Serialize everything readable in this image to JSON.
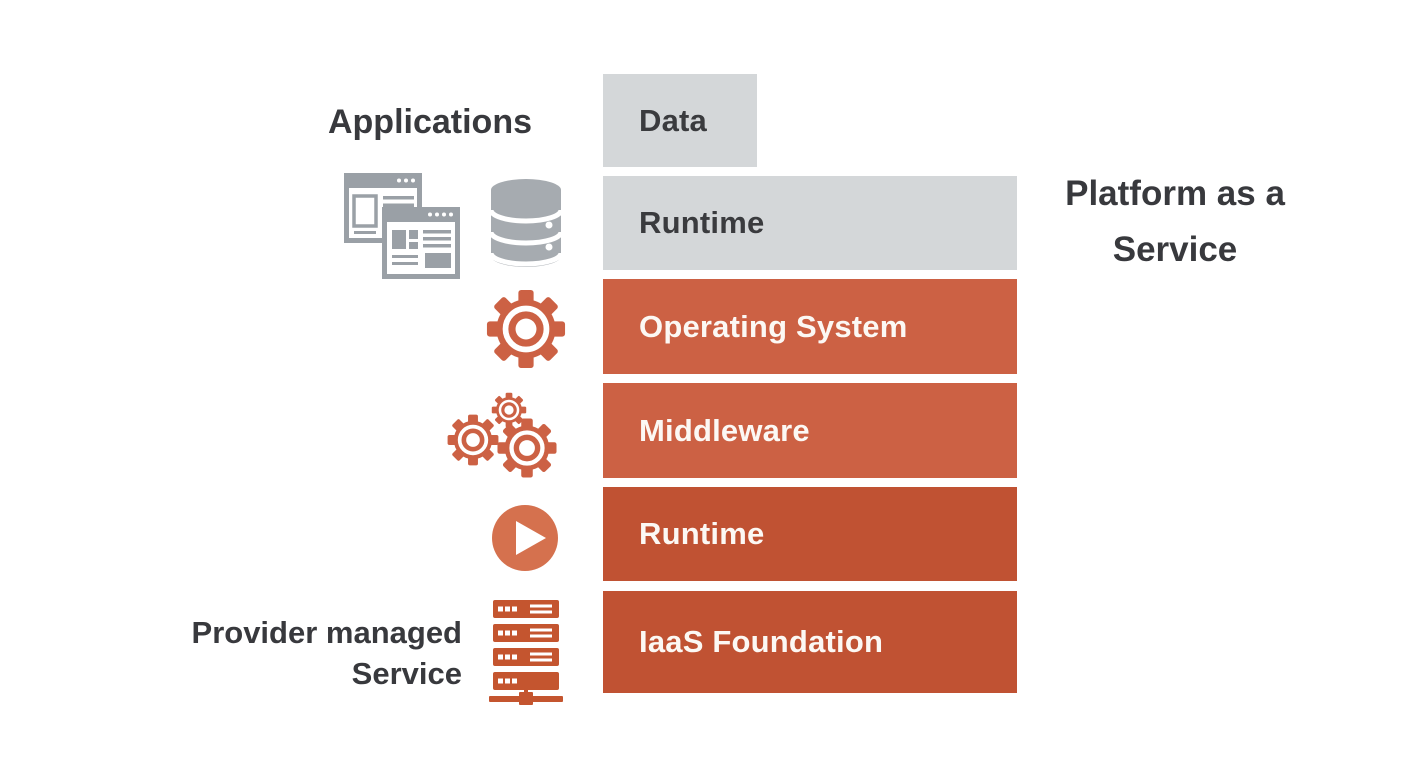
{
  "labels": {
    "applications": "Applications",
    "provider_managed": {
      "line1": "Provider managed",
      "line2": "Service"
    },
    "platform": {
      "line1": "Platform as a",
      "line2": "Service"
    }
  },
  "stack": {
    "boxes": [
      {
        "label": "Data",
        "variant": "gray"
      },
      {
        "label": "Runtime",
        "variant": "gray"
      },
      {
        "label": "Operating System",
        "variant": "orange"
      },
      {
        "label": "Middleware",
        "variant": "orange"
      },
      {
        "label": "Runtime",
        "variant": "dark-orange"
      },
      {
        "label": "IaaS Foundation",
        "variant": "dark-orange"
      }
    ]
  },
  "icons": [
    {
      "name": "browser-windows-icon",
      "color": "#9aa0a6"
    },
    {
      "name": "database-icon",
      "color": "#a6abb0"
    },
    {
      "name": "gear-icon",
      "color": "#cc6144"
    },
    {
      "name": "gears-cluster-icon",
      "color": "#cc6144"
    },
    {
      "name": "play-icon",
      "color": "#d5714e"
    },
    {
      "name": "server-rack-icon",
      "color": "#c4552f"
    }
  ],
  "colors": {
    "background": "#ffffff",
    "box_gray": "#d4d7d9",
    "box_orange": "#cc6144",
    "box_dark_orange": "#c05233",
    "text_dark": "#38393d",
    "text_light": "#fcf8f4"
  }
}
